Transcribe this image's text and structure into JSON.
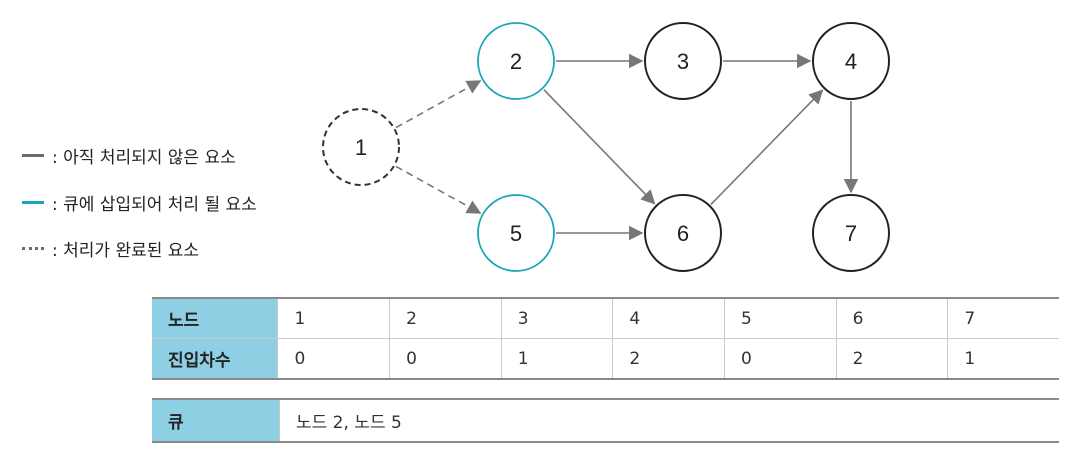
{
  "legend": [
    {
      "style": "solid",
      "text": ": 아직 처리되지 않은 요소"
    },
    {
      "style": "teal",
      "text": ": 큐에 삽입되어 처리 될 요소"
    },
    {
      "style": "dots",
      "text": ": 처리가 완료된 요소"
    }
  ],
  "graph": {
    "nodes": [
      {
        "id": "1",
        "state": "done"
      },
      {
        "id": "2",
        "state": "queued"
      },
      {
        "id": "3",
        "state": "pending"
      },
      {
        "id": "4",
        "state": "pending"
      },
      {
        "id": "5",
        "state": "queued"
      },
      {
        "id": "6",
        "state": "pending"
      },
      {
        "id": "7",
        "state": "pending"
      }
    ],
    "edges": [
      {
        "from": "1",
        "to": "2",
        "style": "dashed"
      },
      {
        "from": "1",
        "to": "5",
        "style": "dashed"
      },
      {
        "from": "2",
        "to": "3",
        "style": "solid"
      },
      {
        "from": "2",
        "to": "6",
        "style": "solid"
      },
      {
        "from": "3",
        "to": "4",
        "style": "solid"
      },
      {
        "from": "5",
        "to": "6",
        "style": "solid"
      },
      {
        "from": "6",
        "to": "4",
        "style": "solid"
      },
      {
        "from": "4",
        "to": "7",
        "style": "solid"
      }
    ]
  },
  "colors": {
    "pending": "#222222",
    "queued": "#1aa6b7",
    "done": "#333333",
    "edge": "#777777",
    "header_bg": "#8ecfe3"
  },
  "degree_table": {
    "node_label": "노드",
    "indegree_label": "진입차수",
    "nodes": [
      "1",
      "2",
      "3",
      "4",
      "5",
      "6",
      "7"
    ],
    "indegrees": [
      "0",
      "0",
      "1",
      "2",
      "0",
      "2",
      "1"
    ]
  },
  "queue_table": {
    "label": "큐",
    "value": "노드 2, 노드 5"
  }
}
